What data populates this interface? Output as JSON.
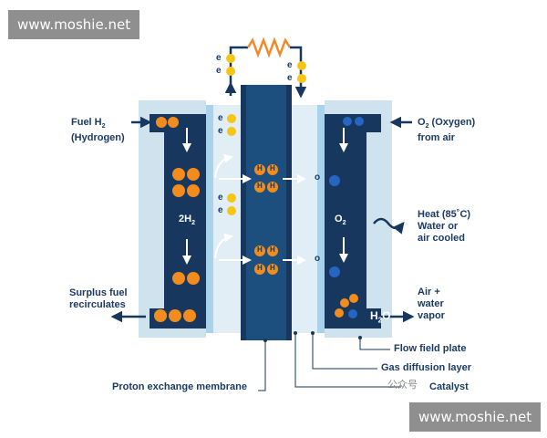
{
  "watermark": "www.moshie.net",
  "labels": {
    "fuel_h2": "Fuel H",
    "fuel_h2_sub": "2",
    "hydrogen": "(Hydrogen)",
    "surplus_1": "Surplus fuel",
    "surplus_2": "recirculates",
    "o2_oxygen": "O",
    "o2_sub": "2",
    "o2_oxygen_rest": " (Oxygen)",
    "from_air": "from air",
    "heat_1": "Heat (85˚C)",
    "heat_2": "Water or",
    "heat_3": "air  cooled",
    "air_1": "Air +",
    "air_2": "water",
    "air_3": "vapor",
    "flow_field_plate": "Flow field plate",
    "gas_diffusion_layer": "Gas diffusion layer",
    "catalyst": "Catalyst",
    "pem": "Proton exchange membrane",
    "anode_2h2": "2H",
    "anode_2h2_sub": "2",
    "cathode_o2": "O",
    "cathode_o2_sub": "2",
    "h2o": "H",
    "h2o_sub": "2",
    "h2o_end": "O",
    "electron": "e",
    "h_plus": "H",
    "oxygen_o": "o"
  },
  "wechat_mark": "公众号",
  "colors": {
    "dark_navy": "#17375e",
    "membrane": "#1c4f7d",
    "light_blue": "#cfe3ef",
    "pale_blue": "#e2eef6",
    "gdl": "#a9d3ea",
    "orange": "#f28c1e",
    "yellow": "#f5c518",
    "blue_dot": "#2566c2",
    "resistor": "#f08a2c"
  }
}
